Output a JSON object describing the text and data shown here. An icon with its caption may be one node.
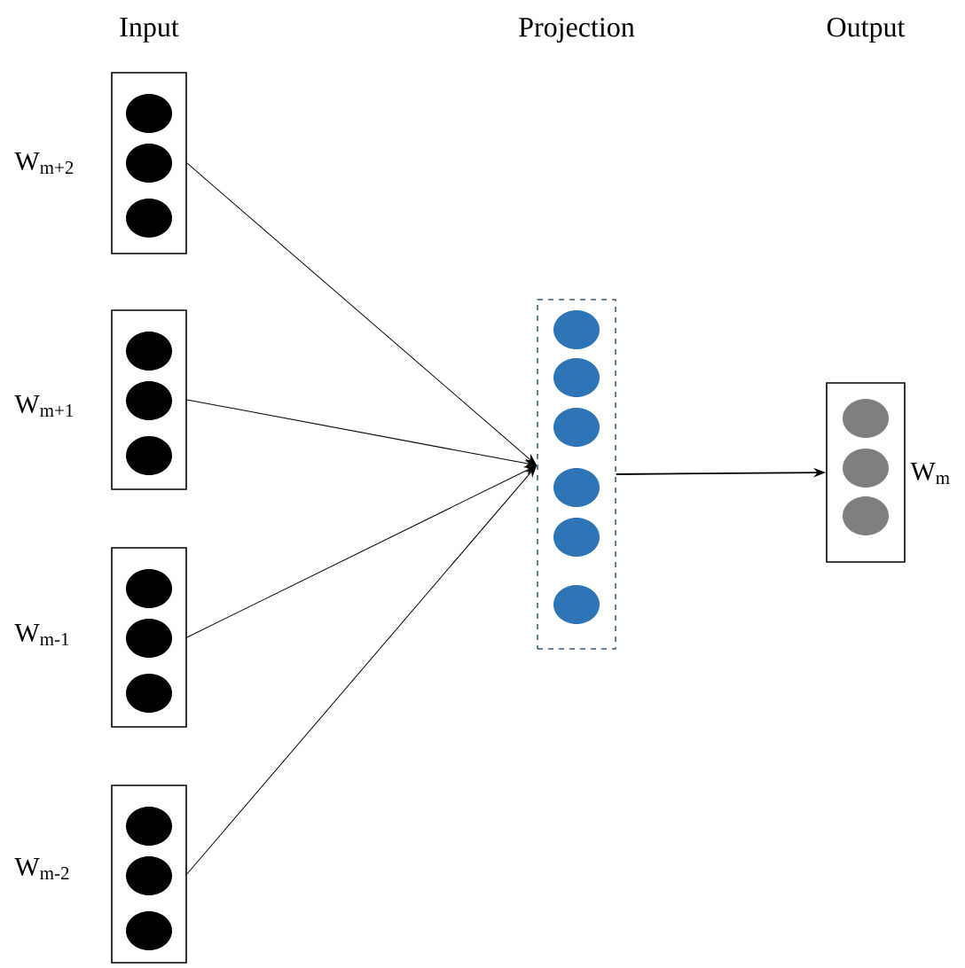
{
  "diagram": {
    "nodes": [
      {
        "text": [],
        "shape": "box",
        "beside": [
          "W$_{m+2}$"
        ]
      },
      {
        "text": [],
        "shape": "box",
        "beside": [
          "W$_{m+1}$"
        ]
      },
      {
        "text": [],
        "shape": "box",
        "beside": [
          "W$_{m-1}$"
        ]
      },
      {
        "text": [],
        "shape": "box",
        "beside": [
          "W$_{m-2}$"
        ]
      },
      {
        "text": [],
        "shape": "box"
      },
      {
        "text": [],
        "shape": "box",
        "beside": [
          "W$_{m}$"
        ]
      }
    ],
    "edges": [
      {
        "from": 0,
        "to": 4,
        "arrow": "to"
      },
      {
        "from": 1,
        "to": 4,
        "arrow": "to"
      },
      {
        "from": 2,
        "to": 4,
        "arrow": "to"
      },
      {
        "from": 3,
        "to": 4,
        "arrow": "to"
      },
      {
        "from": 4,
        "to": 5,
        "arrow": "to"
      }
    ],
    "labels": [
      "Input",
      "Projection",
      "Output"
    ]
  }
}
